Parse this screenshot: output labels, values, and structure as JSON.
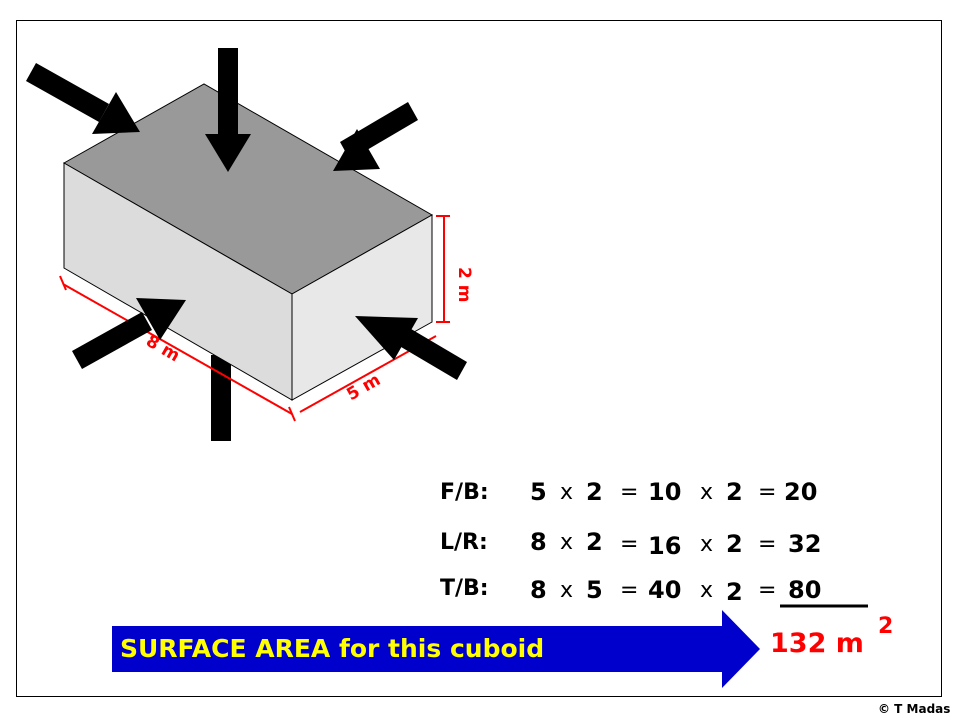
{
  "dimensions": {
    "length": "8 m",
    "width": "5 m",
    "height": "2 m"
  },
  "calculations": [
    {
      "label": "F/B:",
      "a": "5",
      "op1": "x",
      "b": "2",
      "eq1": "=",
      "r1": "10",
      "op2": "x",
      "c": "2",
      "eq2": "=",
      "r2": "20"
    },
    {
      "label": "L/R:",
      "a": "8",
      "op1": "x",
      "b": "2",
      "eq1": "=",
      "r1": "16",
      "op2": "x",
      "c": "2",
      "eq2": "=",
      "r2": "32"
    },
    {
      "label": "T/B:",
      "a": "8",
      "op1": "x",
      "b": "5",
      "eq1": "=",
      "r1": "40",
      "op2": "x",
      "c": "2",
      "eq2": "=",
      "r2": "80"
    }
  ],
  "banner": {
    "text": "SURFACE AREA for this cuboid"
  },
  "total": {
    "value": "132 m",
    "superscript": "2"
  },
  "credit": "© T Madas",
  "colors": {
    "cuboid_top": "#999999",
    "cuboid_front": "#dcdcdc",
    "cuboid_side": "#e8e8e8",
    "dimension": "#ff0000",
    "banner_bg": "#0000cc",
    "banner_text": "#ffff00",
    "total": "#ff0000",
    "arrow": "#000000"
  }
}
